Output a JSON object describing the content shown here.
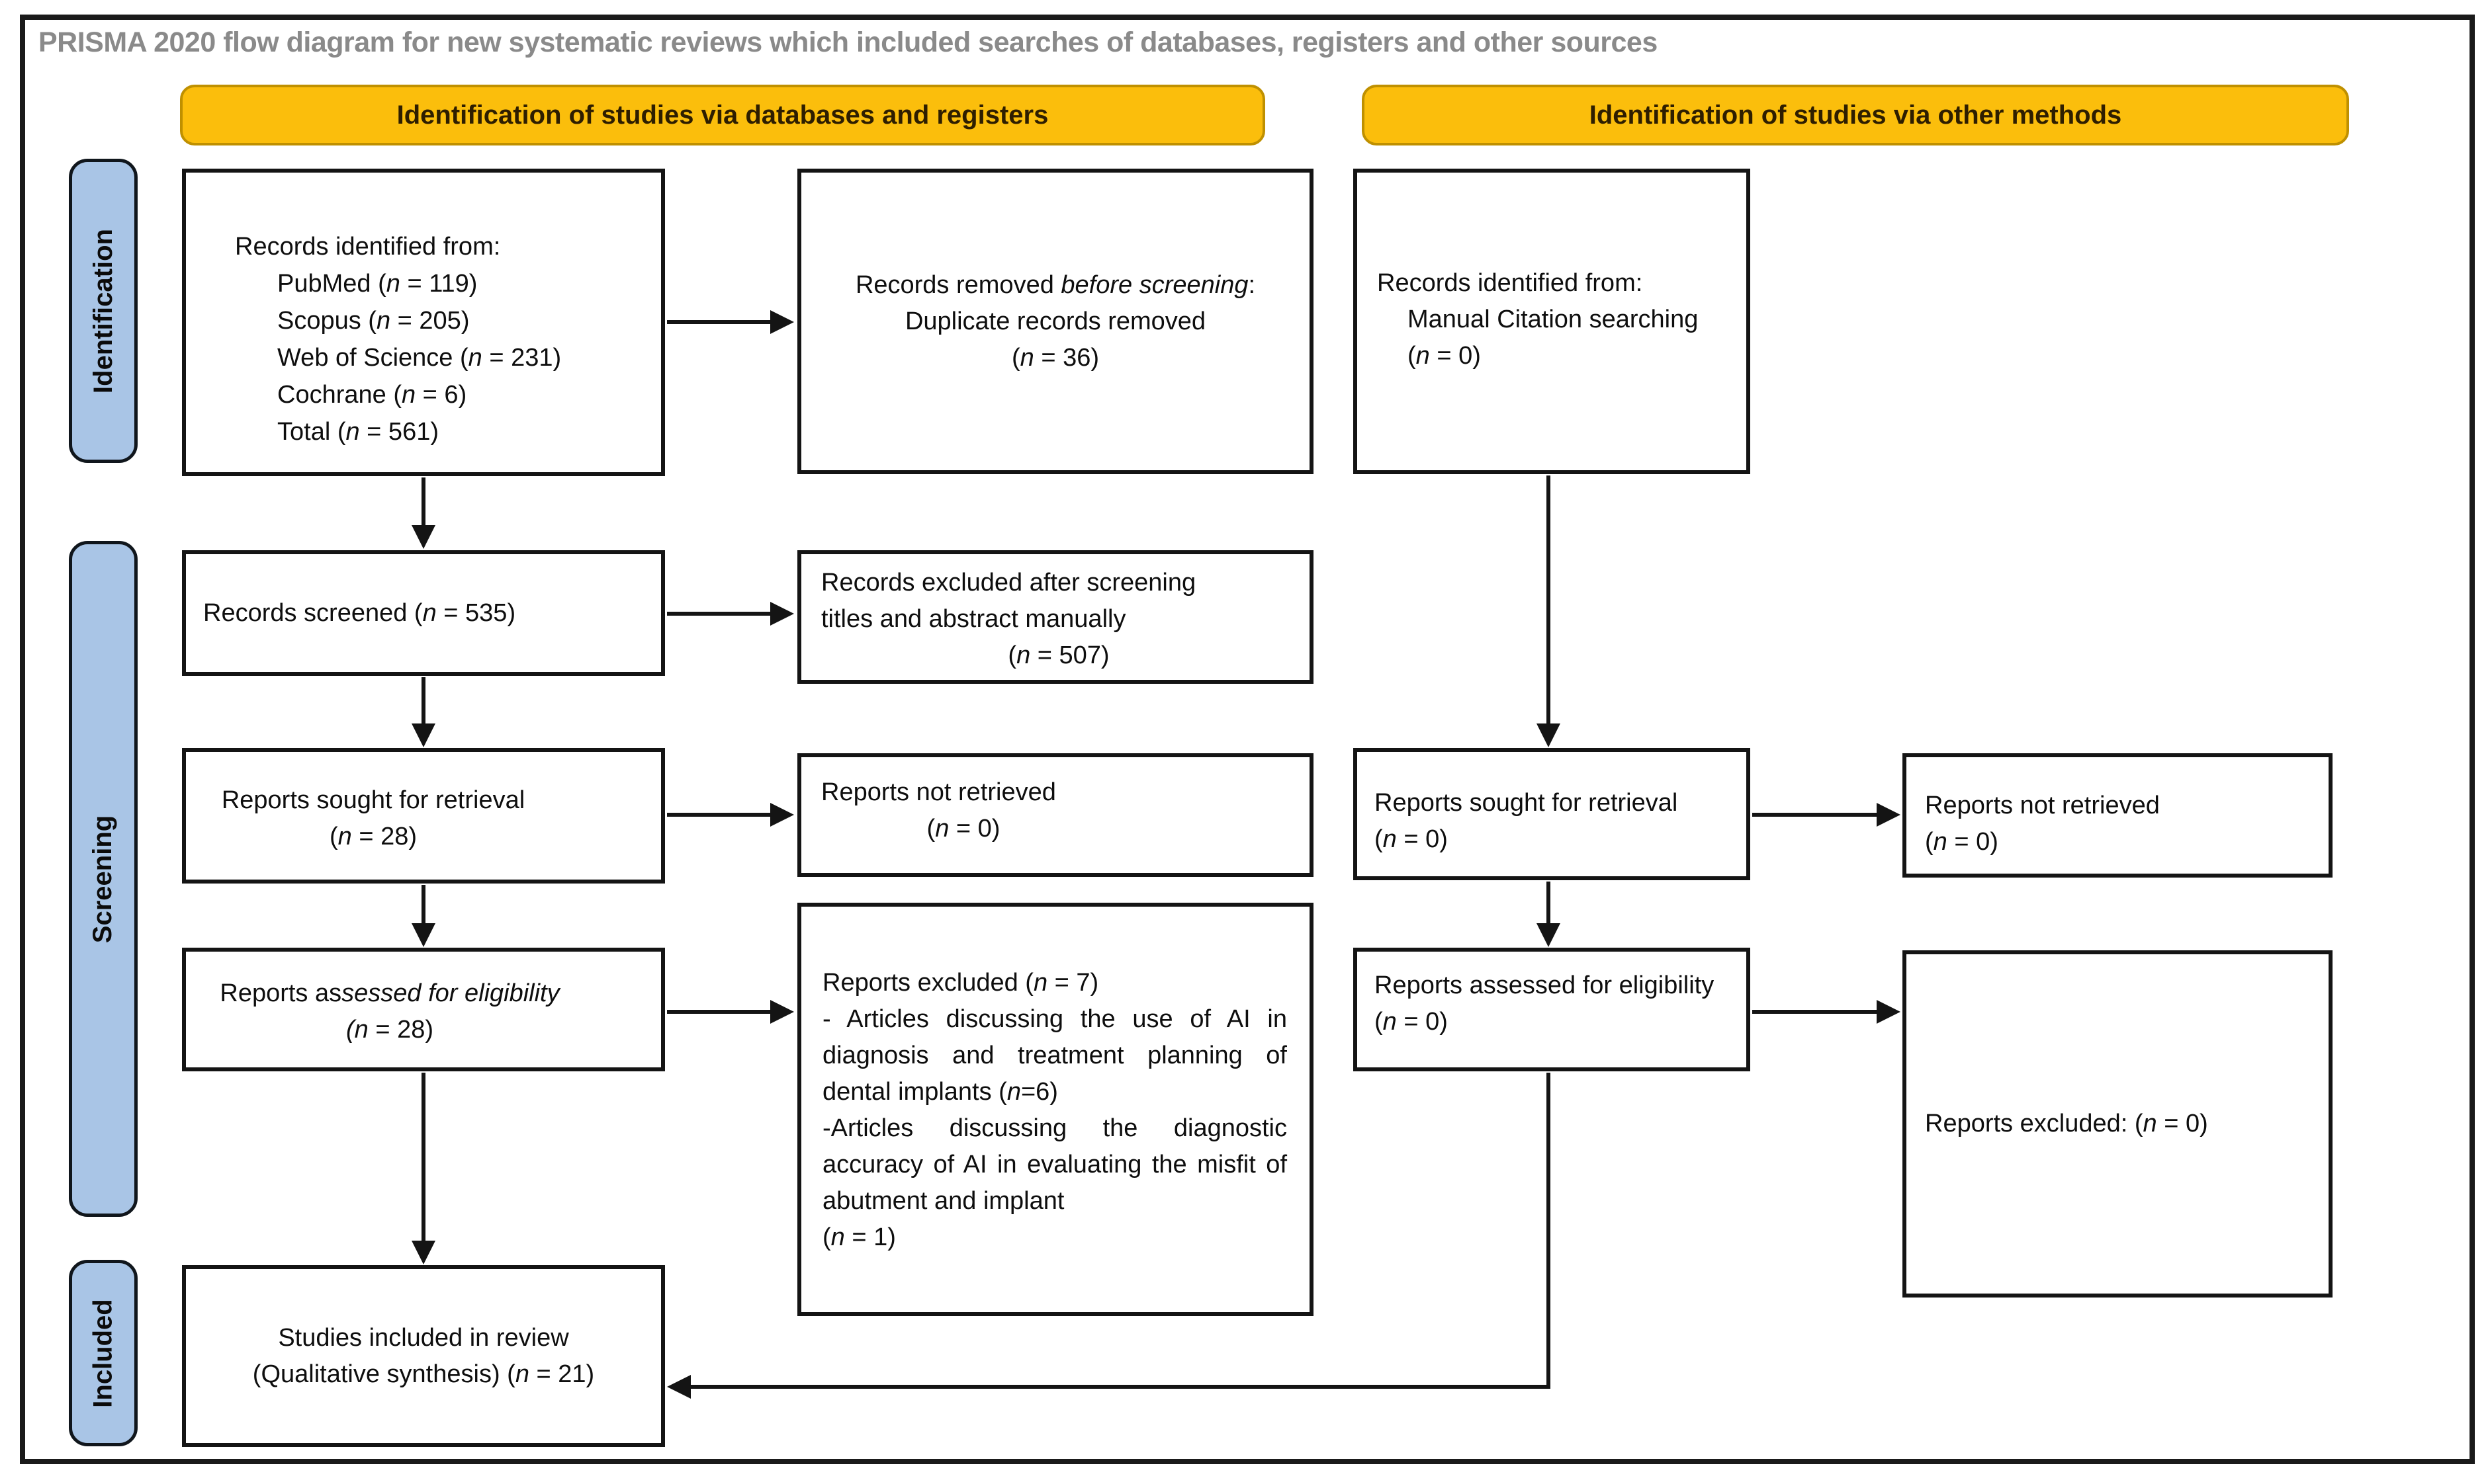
{
  "title": "PRISMA 2020 flow diagram for new systematic reviews which included searches of databases, registers and other sources",
  "banners": {
    "databases": "Identification of studies via databases and registers",
    "other_methods": "Identification of studies via other methods"
  },
  "stages": {
    "identification": "Identification",
    "screening": "Screening",
    "included": "Included"
  },
  "boxes": {
    "records_identified_db": {
      "lines": [
        "Records identified from:",
        "  PubMed (*n* = 119)",
        "  Scopus (*n* = 205)",
        "  Web of Science (*n* = 231)",
        "  Cochrane (*n* = 6)",
        "  Total (*n* = 561)"
      ]
    },
    "records_removed": {
      "lines": [
        "Records removed *before screening*:",
        "Duplicate records removed",
        "(*n* = 36)"
      ]
    },
    "records_identified_other": {
      "lines": [
        "Records identified from:",
        "  Manual Citation searching",
        "  (*n* = 0)"
      ]
    },
    "records_screened": {
      "lines": [
        "Records screened (*n* = 535)"
      ]
    },
    "records_excluded_screening": {
      "lines": [
        "Records excluded after screening",
        "titles and abstract manually",
        "(*n* = 507)"
      ]
    },
    "reports_sought_db": {
      "lines": [
        "Reports sought for retrieval",
        "(*n* = 28)"
      ]
    },
    "reports_not_retrieved_db": {
      "lines": [
        "Reports not retrieved",
        "(*n* = 0)"
      ]
    },
    "reports_sought_other": {
      "lines": [
        "Reports sought for retrieval",
        "(*n* = 0)"
      ]
    },
    "reports_not_retrieved_other": {
      "lines": [
        "Reports not retrieved",
        "(*n* = 0)"
      ]
    },
    "reports_assessed_db": {
      "lines": [
        "Reports as*sessed for eligibility*",
        "*(n* = 28)"
      ]
    },
    "reports_excluded_detail": {
      "lines": [
        "Reports excluded (*n* = 7)",
        "- Articles discussing the use of AI in diagnosis and treatment planning of dental implants (*n*=6)",
        "-Articles discussing the diagnostic accuracy of AI in evaluating the misfit of abutment and implant",
        "(*n* = 1)"
      ]
    },
    "reports_assessed_other": {
      "lines": [
        "Reports assessed for eligibility",
        "(*n* = 0)"
      ]
    },
    "reports_excluded_other": {
      "lines": [
        "Reports excluded: (*n* = 0)"
      ]
    },
    "studies_included": {
      "lines": [
        "Studies included in review",
        "(Qualitative synthesis) (*n* = 21)"
      ]
    }
  },
  "colors": {
    "banner_fill": "#FBBE0C",
    "banner_border": "#BF9000",
    "banner_text": "#2E1E00",
    "stage_fill": "#A9C5E6",
    "stage_border": "#10161C",
    "box_border": "#141414",
    "arrow": "#141414",
    "title_text": "#8A8A8A",
    "background": "#FFFFFF"
  }
}
